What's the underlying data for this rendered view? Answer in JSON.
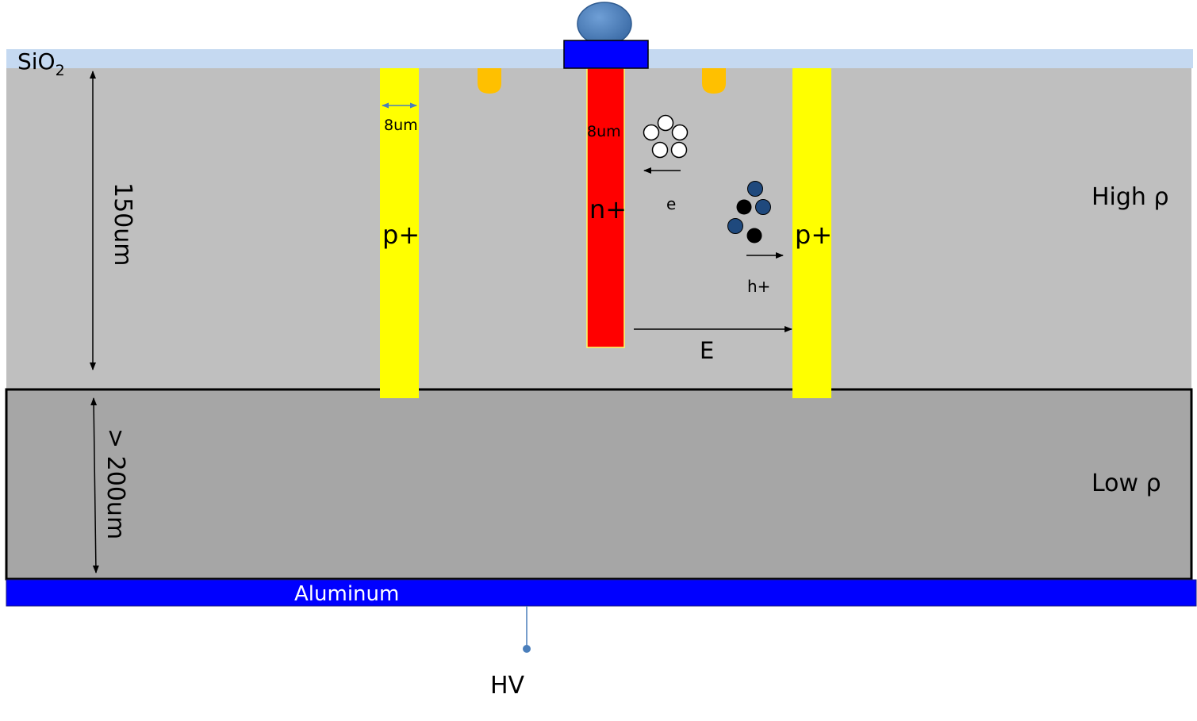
{
  "layers": {
    "oxide": {
      "label": "SiO",
      "subscript": "2",
      "color": "#c5d9f1"
    },
    "high_res": {
      "label": "High ρ",
      "color": "#bfbfbf"
    },
    "low_res": {
      "label": "Low ρ",
      "color": "#a6a6a6"
    },
    "metal": {
      "label": "Aluminum",
      "color": "#0000ff"
    }
  },
  "electrodes": {
    "p_plus_label": "p+",
    "p_plus_color": "#ffff00",
    "n_plus_label": "n+",
    "n_plus_color": "#ff0000",
    "pad_color": "#0000ff",
    "bump_color": "#4f81bd",
    "p_stop_color": "#ffc000"
  },
  "dimensions": {
    "high_thickness": "150um",
    "low_thickness": "> 200um",
    "p_width": "8um",
    "n_width": "8um"
  },
  "carriers": {
    "electron_label": "e",
    "hole_label": "h+",
    "field_label": "E"
  },
  "bias": {
    "label": "HV"
  }
}
